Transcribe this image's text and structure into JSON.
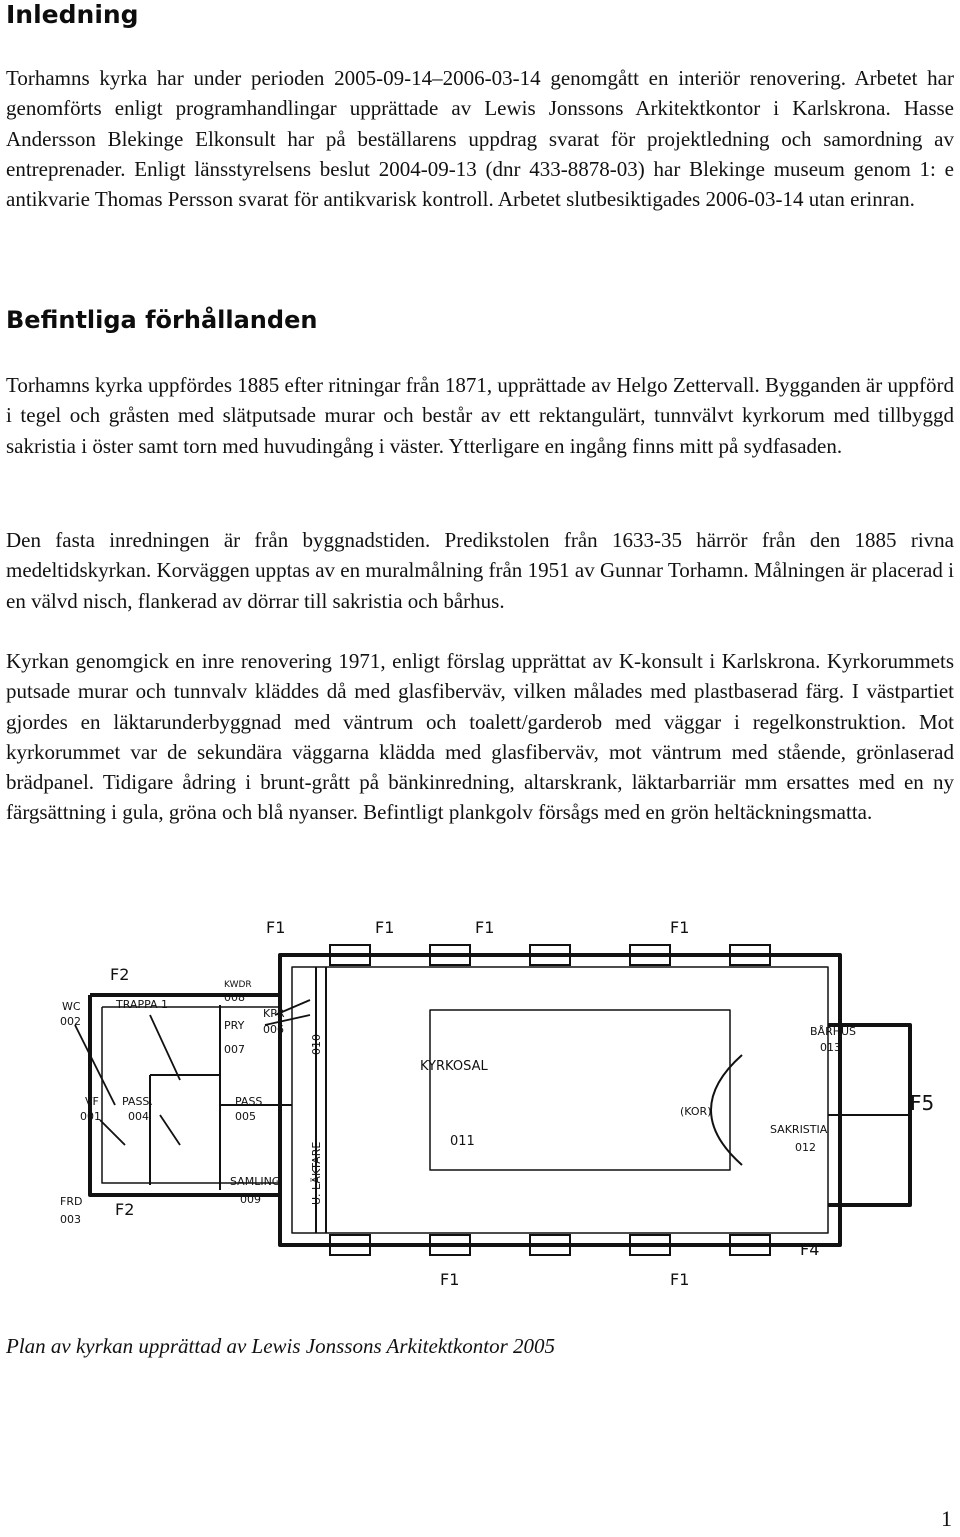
{
  "headings": {
    "intro": "Inledning",
    "existing": "Befintliga förhållanden"
  },
  "paragraphs": {
    "p1": "Torhamns kyrka har under perioden 2005-09-14–2006-03-14 genomgått en interiör renovering. Arbetet har genomförts enligt programhandlingar upprättade av Lewis Jonssons Arkitektkontor i Karlskrona. Hasse Andersson Blekinge Elkonsult har på beställarens uppdrag svarat för projektledning och samordning av entreprenader. Enligt länsstyrelsens beslut 2004-09-13 (dnr 433-8878-03) har Blekinge museum genom 1: e antikvarie Thomas Persson svarat för antikvarisk kontroll. Arbetet slutbesiktigades 2006-03-14 utan erinran.",
    "p2": "Torhamns kyrka uppfördes 1885 efter ritningar från 1871, upprättade av Helgo Zettervall. Bygganden är uppförd i tegel och gråsten med slätputsade murar och består av ett rektangulärt, tunnvälvt kyrkorum med tillbyggd sakristia i öster samt torn med huvudingång i väster. Ytterligare en ingång finns mitt på sydfasaden.",
    "p3": "Den fasta inredningen är från byggnadstiden. Predikstolen från 1633-35 härrör från den 1885 rivna medeltidskyrkan. Korväggen upptas av en muralmålning från 1951 av Gunnar Torhamn. Målningen är placerad i en välvd nisch, flankerad av dörrar till sakristia och bårhus.",
    "p4": "Kyrkan genomgick en inre renovering 1971, enligt förslag upprättat av K-konsult i Karlskrona. Kyrkorummets putsade murar och tunnvalv kläddes då med glasfiberväv, vilken målades med plastbaserad färg. I västpartiet gjordes en läktarunderbyggnad med väntrum och toalett/garderob med väggar i regelkonstruktion. Mot kyrkorummet var de sekundära väggarna klädda med glasfiberväv, mot väntrum med stående, grönlaserad brädpanel. Tidigare ådring i brunt-grått på bänkinredning, altarskrank, läktarbarriär mm ersattes med en ny färgsättning i gula, gröna och blå nyanser. Befintligt plankgolv försågs med en grön heltäckningsmatta."
  },
  "plan": {
    "labels": {
      "f1": "F1",
      "f2": "F2",
      "f4": "F4",
      "f5": "F5",
      "wc": "WC",
      "wc_num": "002",
      "trappa": "TRAPPA 1",
      "vf": "VF",
      "vf_num": "001",
      "pass1": "PASS.",
      "pass1_num": "004",
      "frd": "FRD",
      "frd_num": "003",
      "kwdr": "KWDR",
      "kwdr_num": "008",
      "kpr": "KPR",
      "kpr_num": "006",
      "pry": "PRY",
      "pry_num": "007",
      "r010": "010",
      "pass2": "PASS",
      "pass2_num": "005",
      "samling": "SAMLING",
      "samling_num": "009",
      "laktare": "U. LÄKTARE",
      "kyrkosal": "KYRKOSAL",
      "kyrkosal_num": "011",
      "kor": "(KOR)",
      "barhus": "BÅRHUS",
      "barhus_num": "013",
      "sakristia": "SAKRISTIA",
      "sakristia_num": "012"
    }
  },
  "caption": "Plan av kyrkan upprättad av Lewis Jonssons Arkitektkontor 2005",
  "page_number": "1"
}
